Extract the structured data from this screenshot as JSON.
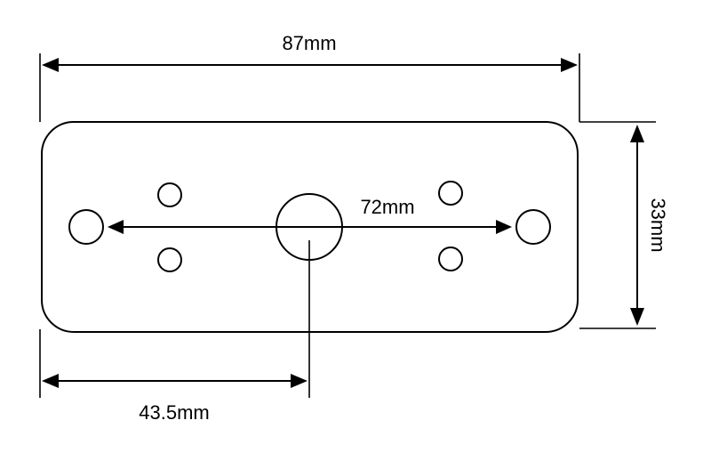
{
  "dimensions": {
    "overall_width": "87mm",
    "hole_spacing": "72mm",
    "height": "33mm",
    "center_offset": "43.5mm"
  },
  "colors": {
    "line": "#000000",
    "background": "#ffffff"
  }
}
